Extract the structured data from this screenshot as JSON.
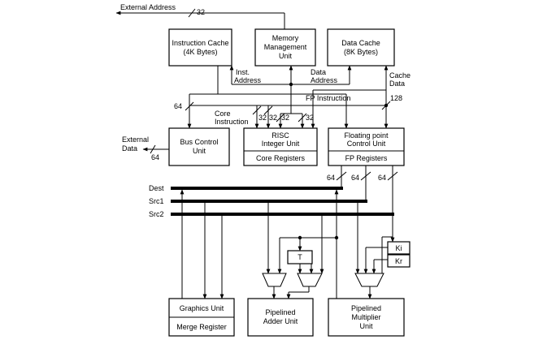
{
  "labels": {
    "external_address": "External Address",
    "external_address_width": "32",
    "icache_line1": "Instruction Cache",
    "icache_line2": "(4K Bytes)",
    "mmu_line1": "Memory",
    "mmu_line2": "Management",
    "mmu_line3": "Unit",
    "dcache_line1": "Data Cache",
    "dcache_line2": "(8K Bytes)",
    "inst_addr_line1": "Inst.",
    "inst_addr_line2": "Address",
    "data_addr_line1": "Data",
    "data_addr_line2": "Address",
    "cache_data_line1": "Cache",
    "cache_data_line2": "Data",
    "fp_instruction": "FP Instruction",
    "width_128": "128",
    "width_64_left": "64",
    "core_instr_line1": "Core",
    "core_instr_line2": "Instruction",
    "w32_a": "32",
    "w32_b": "32",
    "w32_c": "32",
    "w32_d": "32",
    "external_data_line1": "External",
    "external_data_line2": "Data",
    "external_data_width": "64",
    "bus_ctrl_line1": "Bus Control",
    "bus_ctrl_line2": "Unit",
    "risc_line1": "RISC",
    "risc_line2": "Integer Unit",
    "core_registers": "Core Registers",
    "fpcu_line1": "Floating point",
    "fpcu_line2": "Control Unit",
    "fp_registers": "FP Registers",
    "w64_a": "64",
    "w64_b": "64",
    "w64_c": "64",
    "dest": "Dest",
    "src1": "Src1",
    "src2": "Src2",
    "t_reg": "T",
    "ki": "Ki",
    "kr": "Kr",
    "graphics_unit": "Graphics Unit",
    "merge_register": "Merge Register",
    "adder_line1": "Pipelined",
    "adder_line2": "Adder Unit",
    "mult_line1": "Pipelined",
    "mult_line2": "Multiplier",
    "mult_line3": "Unit"
  }
}
